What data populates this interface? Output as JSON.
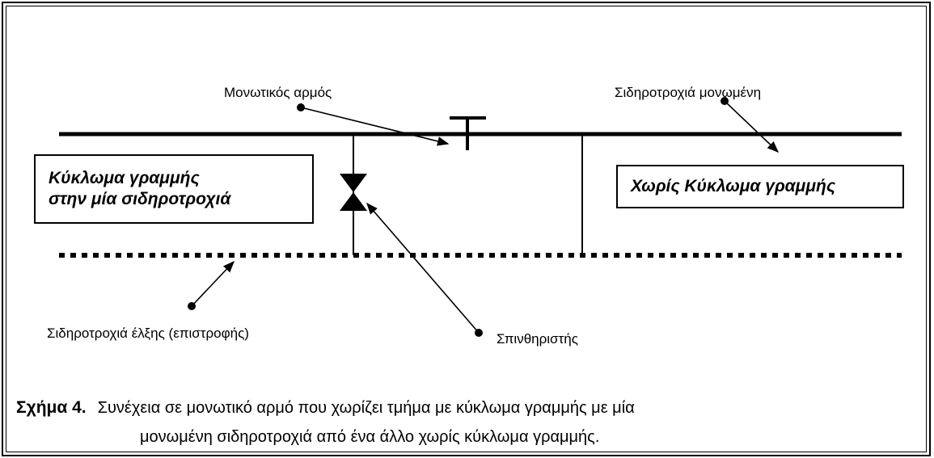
{
  "labels": {
    "insulated_joint": "Μονωτικός αρμός",
    "insulated_rail": "Σιδηροτροχιά μονωμένη",
    "traction_rail": "Σιδηροτροχιά έλξης (επιστροφής)",
    "spark_gap": "Σπινθηριστής"
  },
  "boxes": {
    "left_line1": "Κύκλωμα γραμμής",
    "left_line2": "στην μία σιδηροτροχιά",
    "right": "Χωρίς Κύκλωμα γραμμής"
  },
  "caption": {
    "number": "Σχήμα 4.",
    "line1": "Συνέχεια σε μονωτικό αρμό που χωρίζει τμήμα με κύκλωμα γραμμής με μία",
    "line2": "μονωμένη σιδηροτροχιά από ένα άλλο χωρίς κύκλωμα γραμμής."
  },
  "colors": {
    "ink": "#000000",
    "background": "#ffffff"
  }
}
